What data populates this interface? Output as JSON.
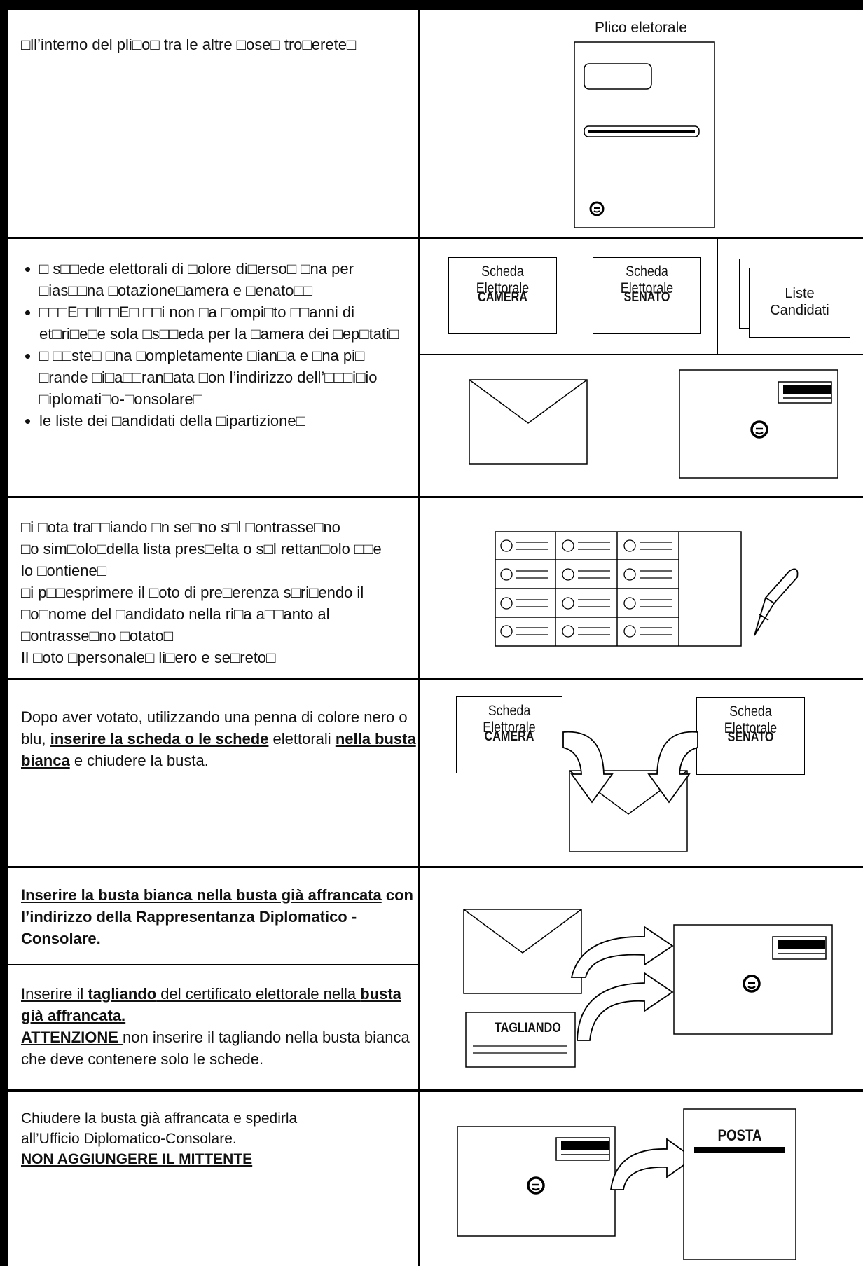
{
  "rows": {
    "r1": {
      "text": "□ll’interno del pli□o□ tra le altre □ose□ tro□erete□",
      "figure_title": "Plico eletorale"
    },
    "r2": {
      "bullets": [
        "□ s□□ede elettorali di □olore di□erso□ □na per □ias□□na □otazione□amera e □enato□□",
        "□□□E□□I□□E□ □□i non □a □ompi□to □□anni di et□ri□e□e sola □s□□eda per la □amera dei □ep□tati□",
        "□ □□ste□ □na □ompletamente □ian□a e □na pi□ □rande □i□a□□ran□ata □on l’indirizzo dell’□□□i□io □iplomati□o-□onsolare□",
        "le liste dei □andidati della □ipartizione□"
      ],
      "card_camera_title": "Scheda Elettorale",
      "card_camera_sub": "CAMERA",
      "card_senato_title": "Scheda Elettorale",
      "card_senato_sub": "SENATO",
      "liste_line1": "Liste",
      "liste_line2": "Candidati"
    },
    "r3": {
      "lines": [
        "□i □ota tra□□iando □n se□no s□l □ontrasse□no",
        "□o sim□olo□della lista pres□elta o s□l rettan□olo □□e",
        "lo □ontiene□",
        "□i p□□esprimere il □oto di pre□erenza s□ri□endo il",
        "□o□nome del □andidato nella ri□a a□□anto al",
        "□ontrasse□no □otato□",
        "Il □oto □personale□ li□ero e se□reto□"
      ]
    },
    "r4": {
      "t1": "Dopo aver votato, utilizzando una penna di colore nero o blu, ",
      "t2": "inserire la scheda o le schede",
      "t3": " elettorali ",
      "t4": "nella busta bianca",
      "t5": " e chiudere la busta.",
      "card_camera_title": "Scheda Elettorale",
      "card_camera_sub": "CAMERA",
      "card_senato_title": "Scheda Elettorale",
      "card_senato_sub": "SENATO"
    },
    "r5": {
      "a1": "Inserire la busta bianca nella busta già affrancata",
      "a2": " con l’indirizzo della Rappresentanza Diplomatico - Consolare.",
      "b1": "Inserire il ",
      "b2": "tagliando",
      "b3": " del certificato elettorale nella ",
      "b4": "busta già affrancata.",
      "b5": "ATTENZIONE ",
      "b6": "non inserire il tagliando nella busta bianca che deve contenere solo le schede.",
      "tagliando_label": "TAGLIANDO"
    },
    "r6": {
      "t1": "Chiudere la busta già affrancata e spedirla",
      "t2": "all’Ufficio Diplomatico-Consolare.",
      "t3": "NON AGGIUNGERE IL MITTENTE",
      "posta_label": "POSTA"
    }
  }
}
